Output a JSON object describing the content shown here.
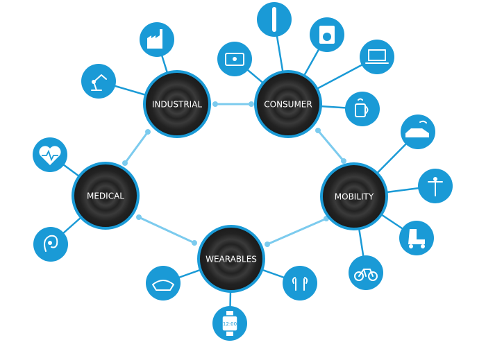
{
  "hubs": {
    "industrial": "INDUSTRIAL",
    "consumer": "CONSUMER",
    "medical": "MEDICAL",
    "mobility": "MOBILITY",
    "wearables": "WEARABLES"
  },
  "watch_face": "12:00",
  "colors": {
    "satellite": "#1a9ad6",
    "link": "#7ccbee",
    "hub": "#1e1e1e"
  }
}
